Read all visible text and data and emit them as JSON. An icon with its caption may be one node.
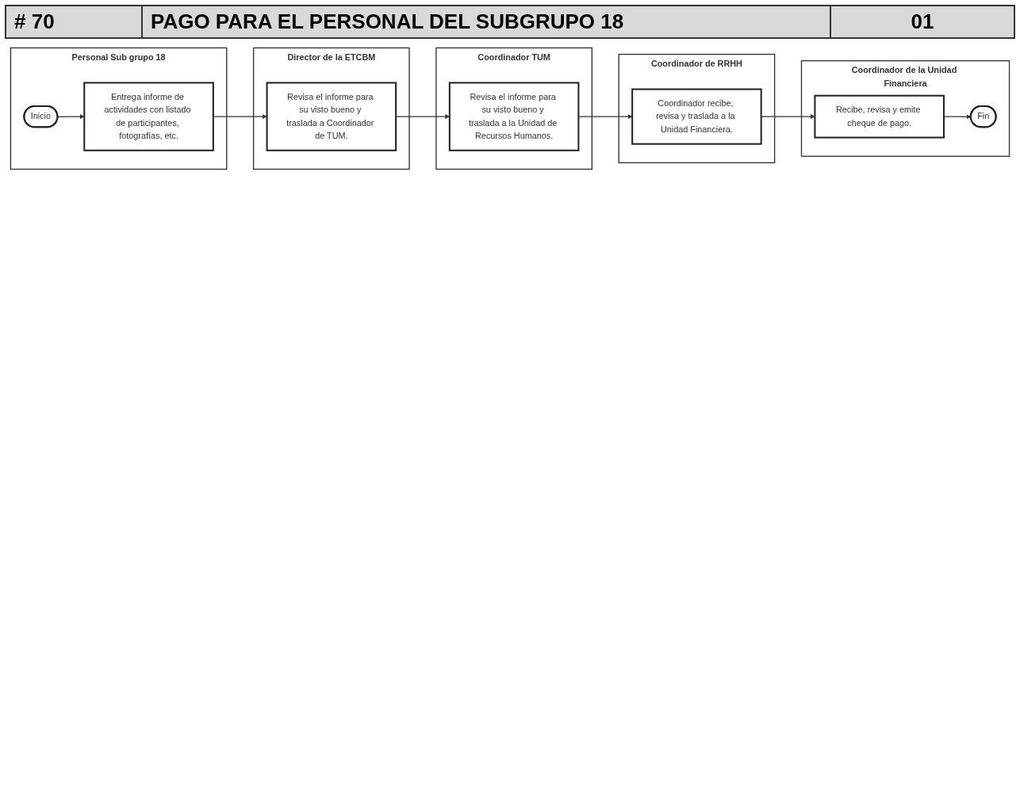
{
  "diagram": {
    "title": "PAGO PARA EL PERSONAL DEL SUBGRUPO 18",
    "nodes": [
      {
        "text": [
          "Personal Sub grupo 18"
        ]
      },
      {
        "text": [
          "Inicio"
        ],
        "in": 0
      },
      {
        "text": [
          "Entrega informe de actividades con listado de participantes, fotografías, etc."
        ],
        "in": 0
      },
      {
        "text": [
          "Director de la ETCBM"
        ]
      },
      {
        "text": [
          "Revisa el informe para su visto bueno y traslada a Coordinador de TUM."
        ],
        "in": 3
      },
      {
        "text": [
          "Coordinador TUM"
        ]
      },
      {
        "text": [
          "Revisa el informe para su visto bueno y traslada a la Unidad de Recursos Humanos."
        ],
        "in": 5
      },
      {
        "text": [
          "Coordinador de RRHH"
        ]
      },
      {
        "text": [
          "Coordinador recibe, revisa y traslada a la Unidad Financiera."
        ],
        "in": 7
      },
      {
        "text": [
          "Coordinador de la Unidad Financiera"
        ]
      },
      {
        "text": [
          "Recibe, revisa y emite cheque de pago."
        ],
        "in": 9
      },
      {
        "text": [
          "Fin"
        ],
        "in": 9
      }
    ],
    "edges": [
      {
        "from": 1,
        "to": 2,
        "arrow": "to"
      },
      {
        "from": 2,
        "to": 4,
        "arrow": "to"
      },
      {
        "from": 4,
        "to": 6,
        "arrow": "to"
      },
      {
        "from": 6,
        "to": 8,
        "arrow": "to"
      },
      {
        "from": 8,
        "to": 10,
        "arrow": "to"
      },
      {
        "from": 10,
        "to": 11,
        "arrow": "to"
      }
    ],
    "labels": [
      "# 70",
      "01"
    ]
  }
}
